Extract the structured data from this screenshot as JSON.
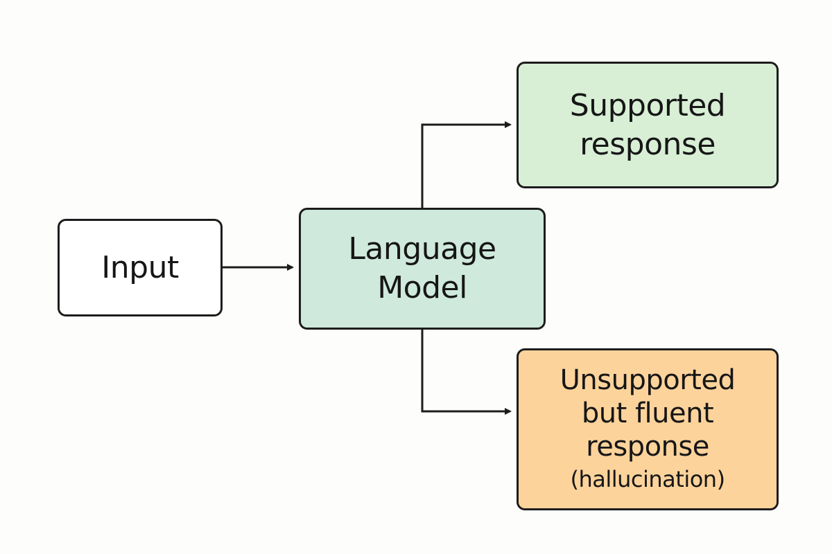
{
  "colors": {
    "background": "#fdfdfb",
    "stroke": "#1c1c1c",
    "input_fill": "#ffffff",
    "model_fill": "#cfe9dd",
    "supported_fill": "#d8efd6",
    "unsupported_fill": "#fcd39b"
  },
  "nodes": {
    "input": {
      "label": "Input"
    },
    "model": {
      "line1": "Language",
      "line2": "Model"
    },
    "supported": {
      "line1": "Supported",
      "line2": "response"
    },
    "unsupported": {
      "line1": "Unsupported",
      "line2": "but fluent",
      "line3": "response",
      "line4": "(hallucination)"
    }
  },
  "edges": [
    {
      "from": "input",
      "to": "model"
    },
    {
      "from": "model",
      "to": "supported"
    },
    {
      "from": "model",
      "to": "unsupported"
    }
  ]
}
